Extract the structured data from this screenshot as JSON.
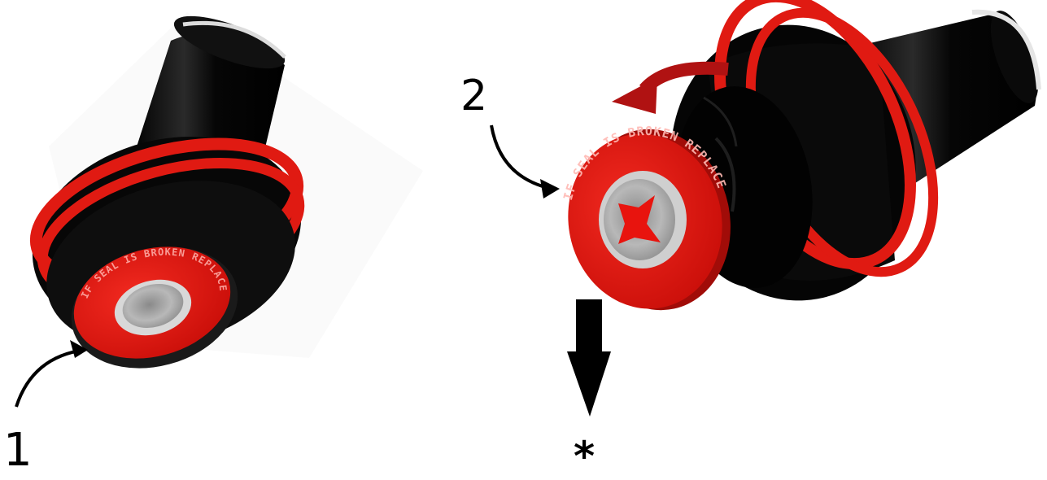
{
  "callouts": {
    "step_1": "1",
    "step_2": "2",
    "discard_marker": "*"
  },
  "seal_cap": {
    "inscription": "IF SEAL IS BROKEN REPLACE"
  },
  "colors": {
    "cap_red": "#e8140e",
    "ring_red": "#e01a12",
    "body_black": "#0b0b0b",
    "seal_gray": "#a9a9a9",
    "arrow_dark_red": "#b01212",
    "annotation_black": "#000000"
  },
  "icons": {
    "rotate_arrow": "curved-arrow-icon",
    "pointer_arrows": "curved-pointer-icon",
    "down_arrow": "down-arrow-icon"
  }
}
